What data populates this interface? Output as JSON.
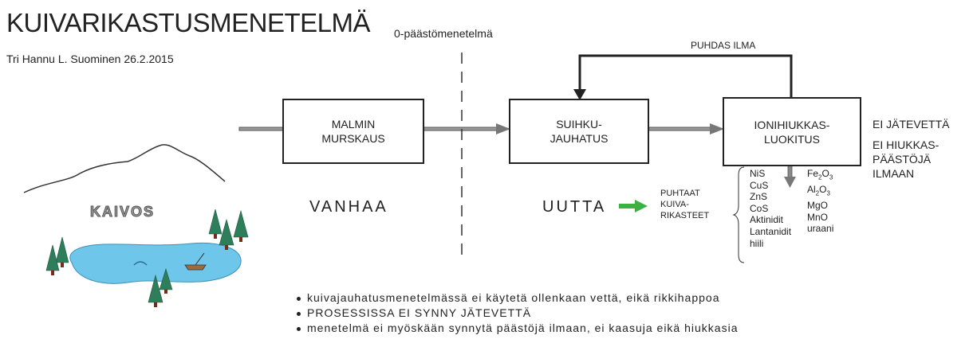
{
  "title": "KUIVARIKASTUSMENETELMÄ",
  "subtitle": "0-päästömenetelmä",
  "author": "Tri Hannu L. Suominen 26.2.2015",
  "boxes": {
    "crushing": "MALMIN\nMURSKAUS",
    "milling": "SUIHKU-\nJAUHATUS",
    "classification": "IONIHIUKKAS-\nLUOKITUS"
  },
  "loop_label": "PUHDAS ILMA",
  "side_notes": {
    "no_wastewater": "EI JÄTEVETTÄ",
    "no_particles": "EI HIUKKAS-\nPÄÄSTÖJÄ\nILMAAN"
  },
  "old_label": "VANHAA",
  "new_label": "UUTTA",
  "concentrates_label": "PUHTAAT\nKUIVA-\nRIKASTEET",
  "products_col1": [
    "NiS",
    "CuS",
    "ZnS",
    "CoS",
    "Aktinidit",
    "Lantanidit",
    "hiili"
  ],
  "products_col2": {
    "fe_base": "Fe",
    "fe_sub1": "2",
    "fe_mid": "O",
    "fe_sub2": "3",
    "al_base": "Al",
    "al_sub1": "2",
    "al_mid": "O",
    "al_sub2": "3",
    "mgo": "MgO",
    "mno": "MnO",
    "uraani": "uraani"
  },
  "mine_label": "KAIVOS",
  "bullets": [
    "kuivajauhatusmenetelmässä ei käytetä ollenkaan vettä, eikä rikkihappoa",
    "PROSESSISSA EI SYNNY JÄTEVETTÄ",
    "menetelmä ei myöskään synnytä päästöjä ilmaan, ei kaasuja eikä hiukkasia"
  ],
  "colors": {
    "ink": "#222222",
    "flow_arrow": "#888888",
    "new_arrow": "#3cb043",
    "lake": "#6ec6ea",
    "tree": "#2e7d5b"
  }
}
